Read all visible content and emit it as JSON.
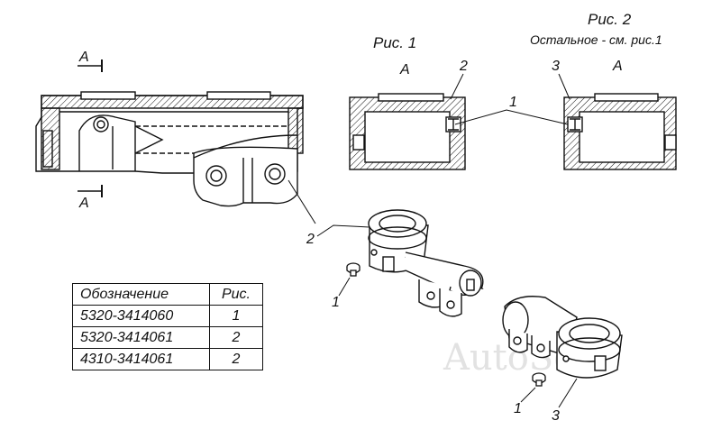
{
  "labels": {
    "section_left_top": "A",
    "section_left_bottom": "A",
    "fig1_title": "Рис. 1",
    "fig1_section": "A",
    "fig2_title": "Рис. 2",
    "fig2_note": "Остальное - см. рис.1",
    "fig2_section": "A",
    "callout_1_top": "1",
    "callout_2_fig1": "2",
    "callout_3_fig2": "3",
    "callout_2_iso": "2",
    "callout_1_iso_a": "1",
    "callout_1_iso_b": "1",
    "callout_3_iso": "3"
  },
  "watermark": "AutoSoft",
  "table": {
    "headers": [
      "Обозначение",
      "Рис."
    ],
    "rows": [
      {
        "code": "5320-3414060",
        "fig": "1"
      },
      {
        "code": "5320-3414061",
        "fig": "2"
      },
      {
        "code": "4310-3414061",
        "fig": "2"
      }
    ]
  }
}
